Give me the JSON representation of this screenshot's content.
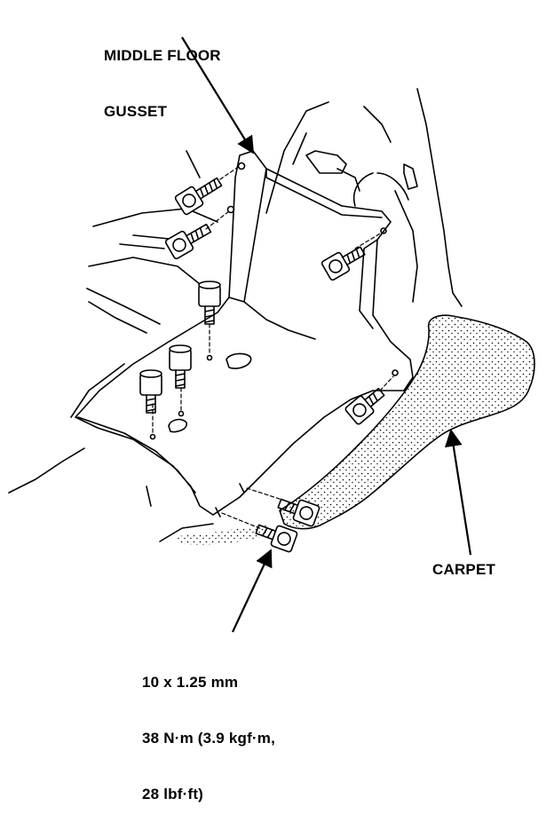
{
  "labels": {
    "gusset": [
      "MIDDLE FLOOR",
      "GUSSET"
    ],
    "carpet": "CARPET",
    "torque_spec": [
      "10 x 1.25 mm",
      "38 N·m (3.9 kgf·m,",
      "28 lbf·ft)"
    ]
  },
  "colors": {
    "ink": "#000000",
    "paper": "#ffffff"
  }
}
